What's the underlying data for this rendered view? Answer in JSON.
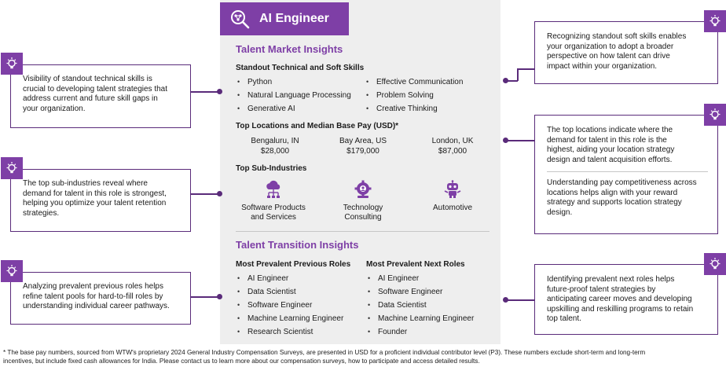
{
  "header": {
    "title": "AI Engineer"
  },
  "market": {
    "title": "Talent Market Insights",
    "skills_title": "Standout Technical and Soft Skills",
    "skills_left": [
      "Python",
      "Natural Language Processing",
      "Generative AI"
    ],
    "skills_right": [
      "Effective Communication",
      "Problem Solving",
      "Creative Thinking"
    ],
    "locations_title": "Top Locations and Median Base Pay (USD)*",
    "locations": [
      {
        "city": "Bengaluru, IN",
        "pay": "$28,000"
      },
      {
        "city": "Bay Area, US",
        "pay": "$179,000"
      },
      {
        "city": "London, UK",
        "pay": "$87,000"
      }
    ],
    "industries_title": "Top Sub-Industries",
    "industries": [
      {
        "line1": "Software Products",
        "line2": "and Services",
        "icon": "cloud-network-icon"
      },
      {
        "line1": "Technology",
        "line2": "Consulting",
        "icon": "consulting-gear-icon"
      },
      {
        "line1": "Automotive",
        "line2": "",
        "icon": "robot-icon"
      }
    ]
  },
  "transition": {
    "title": "Talent Transition Insights",
    "previous_title": "Most Prevalent Previous Roles",
    "previous": [
      "AI Engineer",
      "Data Scientist",
      "Software Engineer",
      "Machine Learning Engineer",
      "Research Scientist"
    ],
    "next_title": "Most Prevalent Next Roles",
    "next": [
      "AI Engineer",
      "Software Engineer",
      "Data Scientist",
      "Machine Learning Engineer",
      "Founder"
    ]
  },
  "callouts": {
    "skills_visibility": [
      "Visibility of standout technical skills is",
      "crucial to developing talent strategies that",
      "address current and future skill gaps in",
      "your organization."
    ],
    "sub_industries": [
      "The top sub-industries reveal where",
      "demand for talent in this role is strongest,",
      "helping you optimize your talent retention",
      "strategies."
    ],
    "previous_roles": [
      "Analyzing prevalent previous roles helps",
      "refine talent pools for hard-to-fill roles by",
      "understanding individual career pathways."
    ],
    "soft_skills": [
      "Recognizing standout soft skills enables",
      "your organization to adopt a broader",
      "perspective on how talent can drive",
      "impact within your organization."
    ],
    "locations_a": [
      "The top locations indicate where the",
      "demand for talent in this role is the",
      "highest, aiding your location strategy",
      "design and talent acquisition efforts."
    ],
    "locations_b": [
      "Understanding pay competitiveness across",
      "locations helps align with your reward",
      "strategy and supports location strategy",
      "design."
    ],
    "next_roles": [
      "Identifying prevalent next roles helps",
      "future-proof talent strategies by",
      "anticipating career moves and developing",
      "upskilling and reskilling programs to retain",
      "top talent."
    ]
  },
  "footnote": {
    "line1": "*  The base pay numbers, sourced from WTW's proprietary 2024 General Industry Compensation Surveys,  are presented in USD for a proficient individual contributor level (P3). These numbers exclude short-term and long-term",
    "line2": "incentives, but include fixed cash allowances for India. Please contact us to learn more about our compensation surveys, how to participate and access detailed results."
  },
  "colors": {
    "brand_purple": "#7e3fa6",
    "dark_purple": "#5a2b7a",
    "panel_gray": "#eeeeee"
  }
}
